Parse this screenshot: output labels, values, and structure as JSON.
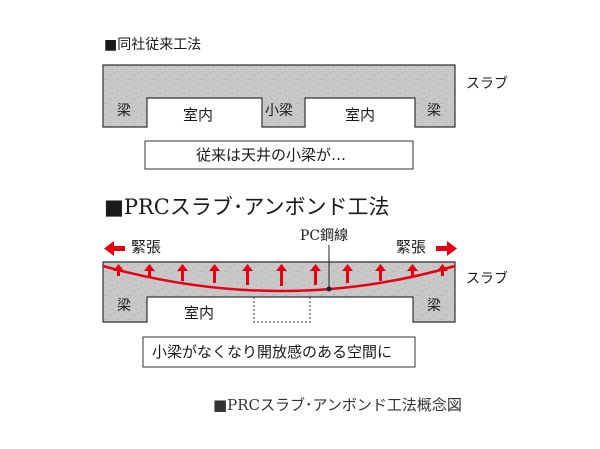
{
  "section1": {
    "heading": "■同社従来工法",
    "slab_label": "スラブ",
    "beam_left": "梁",
    "beam_center": "小梁",
    "beam_right": "梁",
    "room_left": "室内",
    "room_right": "室内",
    "note": "従来は天井の小梁が…"
  },
  "section2": {
    "heading": "■PRCスラブ･アンボンド工法",
    "tension_left": "緊張",
    "tension_right": "緊張",
    "pc_label": "PC鋼線",
    "slab_label": "スラブ",
    "beam_left": "梁",
    "beam_right": "梁",
    "room": "室内",
    "note": "小梁がなくなり開放感のある空間に"
  },
  "caption": "■PRCスラブ･アンボンド工法概念図",
  "colors": {
    "concrete": "#c9c9c9",
    "outline": "#333333",
    "tension_red": "#e60012"
  },
  "icons": [
    "arrow-left-icon",
    "arrow-right-icon",
    "arrow-up-icon"
  ]
}
